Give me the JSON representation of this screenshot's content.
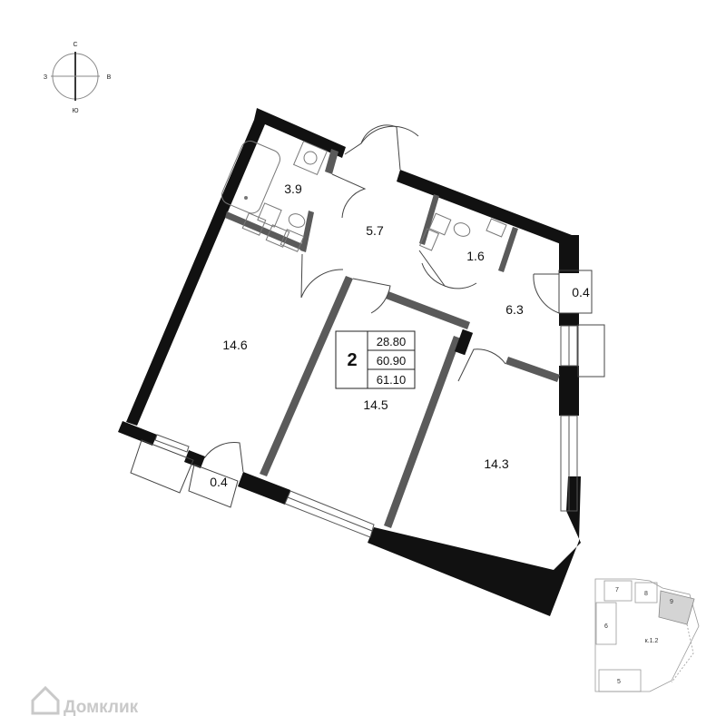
{
  "compass": {
    "north": "С",
    "south": "Ю",
    "west": "З",
    "east": "В"
  },
  "rooms": [
    {
      "id": "bathroom",
      "area": "3.9"
    },
    {
      "id": "hall",
      "area": "5.7"
    },
    {
      "id": "toilet",
      "area": "1.6"
    },
    {
      "id": "corridor",
      "area": "6.3"
    },
    {
      "id": "balcony-right",
      "area": "0.4"
    },
    {
      "id": "room-left",
      "area": "14.6"
    },
    {
      "id": "room-center",
      "area": "14.5"
    },
    {
      "id": "room-right",
      "area": "14.3"
    },
    {
      "id": "balcony-left",
      "area": "0.4"
    }
  ],
  "summary": {
    "rooms_count": "2",
    "living_area": "28.80",
    "total_area": "60.90",
    "total_area_with_balconies": "61.10"
  },
  "key_plan": {
    "sections": [
      "7",
      "8",
      "9",
      "6",
      "5"
    ],
    "building": "к.1.2",
    "highlighted": "9",
    "highlight_color": "#d4d4d4"
  },
  "watermark": {
    "brand": "Домклик"
  },
  "colors": {
    "wall": "#111111",
    "partition": "#5a5a5a",
    "fixture": "#777777"
  }
}
